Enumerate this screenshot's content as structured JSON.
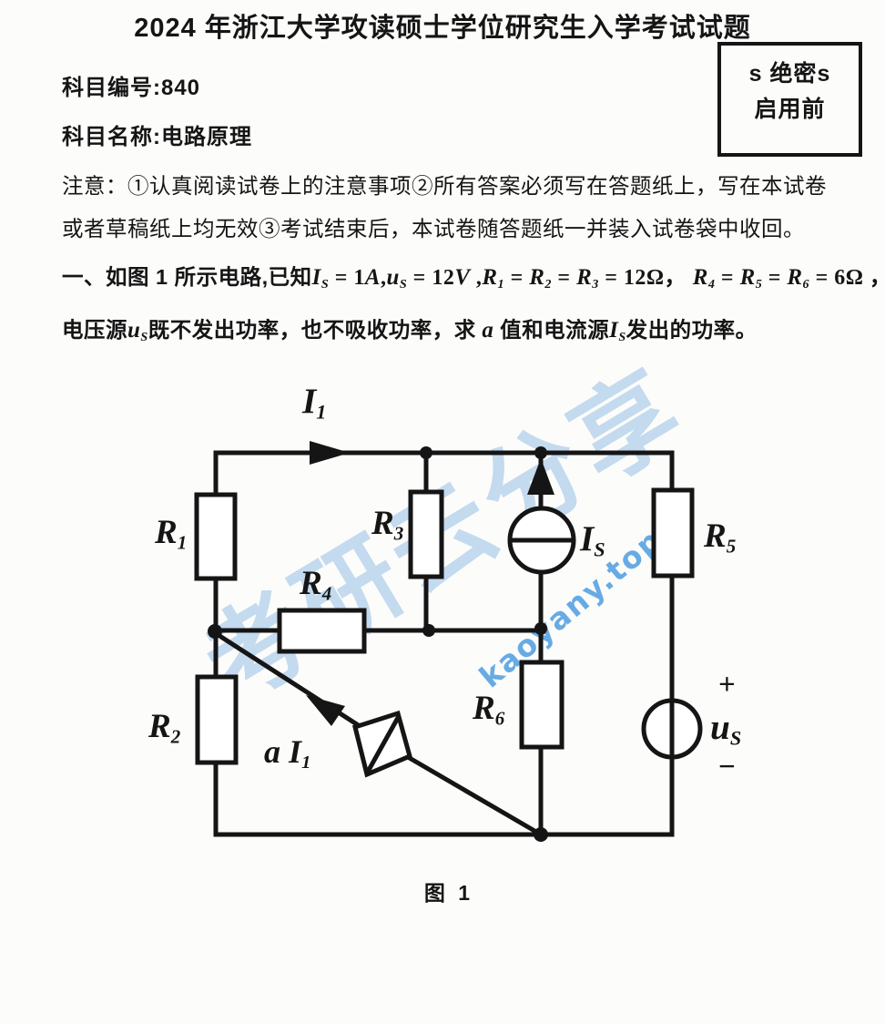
{
  "page": {
    "background": "#fcfcfa",
    "ink": "#151515"
  },
  "header": {
    "title": "2024 年浙江大学攻读硕士学位研究生入学考试试题"
  },
  "meta": {
    "subject_code": "科目编号:840",
    "subject_name": "科目名称:电路原理"
  },
  "secrecy_box": {
    "line1": "s 绝密s",
    "line2": "启用前"
  },
  "notice": {
    "line1": "注意：①认真阅读试卷上的注意事项②所有答案必须写在答题纸上，写在本试卷",
    "line2": "或者草稿纸上均无效③考试结束后，本试卷随答题纸一并装入试卷袋中收回。"
  },
  "problem": {
    "line1_runs": [
      {
        "t": "一、如图 1 所示电路,已知",
        "c": "cn"
      },
      {
        "t": "I",
        "c": "v"
      },
      {
        "t": "S",
        "c": "ss"
      },
      {
        "t": " = 1",
        "c": "m"
      },
      {
        "t": "A",
        "c": "v"
      },
      {
        "t": ",",
        "c": "m"
      },
      {
        "t": "u",
        "c": "v"
      },
      {
        "t": "S",
        "c": "ss"
      },
      {
        "t": " = 12",
        "c": "m"
      },
      {
        "t": "V",
        "c": "v"
      },
      {
        "t": " ,",
        "c": "m"
      },
      {
        "t": "R",
        "c": "v"
      },
      {
        "t": "1",
        "c": "ss"
      },
      {
        "t": " = ",
        "c": "m"
      },
      {
        "t": "R",
        "c": "v"
      },
      {
        "t": "2",
        "c": "ss"
      },
      {
        "t": " = ",
        "c": "m"
      },
      {
        "t": "R",
        "c": "v"
      },
      {
        "t": "3",
        "c": "ss"
      },
      {
        "t": " = 12Ω，",
        "c": "m"
      },
      {
        "t": " R",
        "c": "v"
      },
      {
        "t": "4",
        "c": "ss"
      },
      {
        "t": " = ",
        "c": "m"
      },
      {
        "t": "R",
        "c": "v"
      },
      {
        "t": "5",
        "c": "ss"
      },
      {
        "t": " = ",
        "c": "m"
      },
      {
        "t": "R",
        "c": "v"
      },
      {
        "t": "6",
        "c": "ss"
      },
      {
        "t": " = 6Ω ，",
        "c": "m"
      }
    ],
    "line2_runs": [
      {
        "t": "电压源",
        "c": "cn"
      },
      {
        "t": "u",
        "c": "v"
      },
      {
        "t": "S",
        "c": "ss"
      },
      {
        "t": "既不发出功率，也不吸收功率，求",
        "c": "cn"
      },
      {
        "t": " a ",
        "c": "v"
      },
      {
        "t": "值和电流源",
        "c": "cn"
      },
      {
        "t": "I",
        "c": "v"
      },
      {
        "t": "S",
        "c": "ss"
      },
      {
        "t": "发出的功率。",
        "c": "cn"
      }
    ]
  },
  "circuit": {
    "labels": {
      "i1": [
        {
          "t": "I",
          "c": "v"
        },
        {
          "t": "1",
          "c": "ss"
        }
      ],
      "r1": [
        {
          "t": "R",
          "c": "v"
        },
        {
          "t": "1",
          "c": "ss"
        }
      ],
      "r2": [
        {
          "t": "R",
          "c": "v"
        },
        {
          "t": "2",
          "c": "ss"
        }
      ],
      "r3": [
        {
          "t": "R",
          "c": "v"
        },
        {
          "t": "3",
          "c": "ss"
        }
      ],
      "r4": [
        {
          "t": "R",
          "c": "v"
        },
        {
          "t": "4",
          "c": "ss"
        }
      ],
      "r5": [
        {
          "t": "R",
          "c": "v"
        },
        {
          "t": "5",
          "c": "ss"
        }
      ],
      "r6": [
        {
          "t": "R",
          "c": "v"
        },
        {
          "t": "6",
          "c": "ss"
        }
      ],
      "is": [
        {
          "t": "I",
          "c": "v"
        },
        {
          "t": "S",
          "c": "ss"
        }
      ],
      "us": [
        {
          "t": "u",
          "c": "v"
        },
        {
          "t": "S",
          "c": "ss"
        }
      ],
      "ai1": [
        {
          "t": "a ",
          "c": "v"
        },
        {
          "t": "I",
          "c": "v"
        },
        {
          "t": "1",
          "c": "ss"
        }
      ],
      "us_plus": "+",
      "us_minus": "−"
    },
    "caption": "图 1"
  },
  "watermark": {
    "cn_text": "考研云分享",
    "url_text": "kaoyany.top",
    "cn_color": "#8cbae5",
    "url_color": "#57a3e3"
  }
}
